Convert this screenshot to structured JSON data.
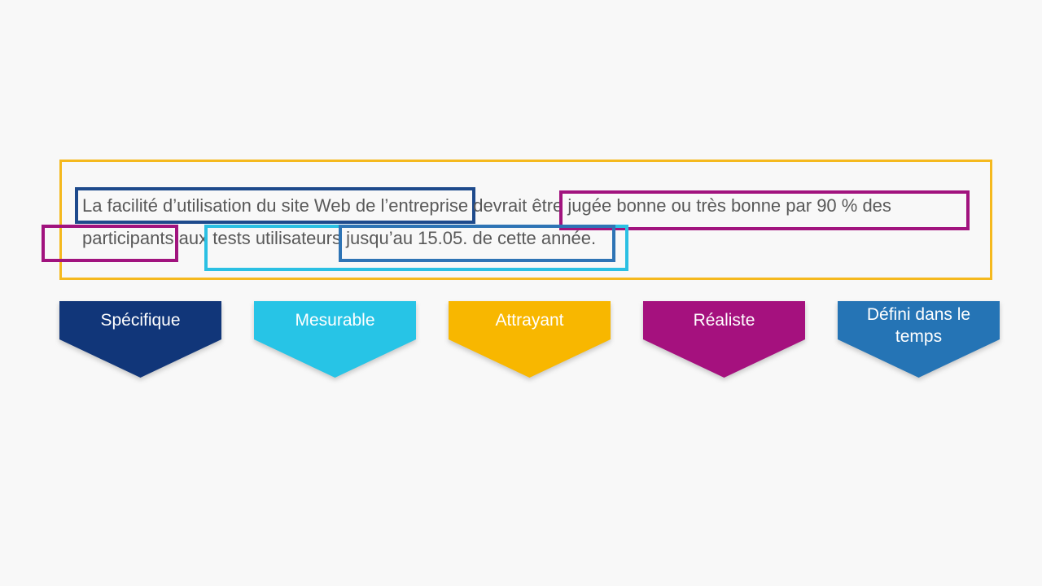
{
  "slide": {
    "background_color": "#F8F8F8",
    "frame_color": "#F5B91E",
    "sentence": {
      "text_color": "#595959",
      "line1": {
        "specific": "La facilité d’utilisation du site Web de l’entreprise",
        "middle": "devrait être",
        "realistic": "jugée bonne ou très bonne par 90 % des"
      },
      "line2": {
        "realistic": "participants",
        "middle": "aux",
        "measurable": "tests utilisateurs",
        "timebound": "jusqu’au 15.05. de cette année."
      }
    },
    "highlight_colors": {
      "specific": "#1E4A8C",
      "realistic": "#A1137E",
      "measurable": "#2BC0E3",
      "timebound": "#2E74B5"
    },
    "banners": [
      {
        "id": "specific",
        "label": "Spécifique",
        "color": "#113679"
      },
      {
        "id": "measurable",
        "label": "Mesurable",
        "color": "#27C4E6"
      },
      {
        "id": "attractive",
        "label": "Attrayant",
        "color": "#F8B700"
      },
      {
        "id": "realistic",
        "label": "Réaliste",
        "color": "#A5117E"
      },
      {
        "id": "timebound",
        "label": "Défini dans le temps",
        "color": "#2574B5"
      }
    ]
  }
}
